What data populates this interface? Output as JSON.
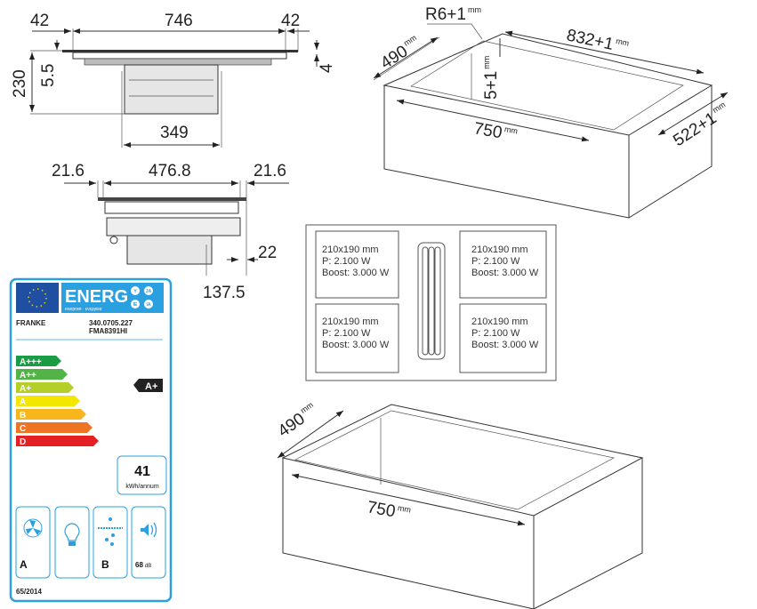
{
  "side_view_long": {
    "left_margin": "42",
    "width": "746",
    "right_margin": "42",
    "height": "230",
    "glass_thickness": "5.5",
    "frame_offset": "4",
    "unit_depth": "349"
  },
  "side_view_short": {
    "left_margin": "21.6",
    "width": "476.8",
    "right_margin": "21.6",
    "rear_clearance": "22",
    "unit_offset": "137.5"
  },
  "cutout_top": {
    "radius": "R6+1",
    "radius_unit": "mm",
    "depth": "490",
    "depth_unit": "mm",
    "length": "832+1",
    "length_unit": "mm",
    "rebate": "5+1",
    "rebate_unit": "mm",
    "inner_length": "750",
    "inner_length_unit": "mm",
    "outer_depth": "522+1",
    "outer_depth_unit": "mm"
  },
  "cutout_bottom": {
    "depth": "490",
    "depth_unit": "mm",
    "length": "750",
    "length_unit": "mm"
  },
  "cooking_zones": [
    {
      "size": "210x190 mm",
      "power": "P: 2.100 W",
      "boost": "Boost: 3.000 W"
    },
    {
      "size": "210x190 mm",
      "power": "P: 2.100 W",
      "boost": "Boost: 3.000 W"
    },
    {
      "size": "210x190 mm",
      "power": "P: 2.100 W",
      "boost": "Boost: 3.000 W"
    },
    {
      "size": "210x190 mm",
      "power": "P: 2.100 W",
      "boost": "Boost: 3.000 W"
    }
  ],
  "energy_label": {
    "title": "ENERG",
    "subtitle": "енергия · ενεργεια",
    "lang_badges": [
      "Y",
      "JA",
      "IE",
      "IA"
    ],
    "brand": "FRANKE",
    "code": "340.0705.227",
    "model": "FMA8391HI",
    "classes": [
      {
        "label": "A+++",
        "color": "#1a9c45"
      },
      {
        "label": "A++",
        "color": "#52b447"
      },
      {
        "label": "A+",
        "color": "#b5cf2a"
      },
      {
        "label": "A",
        "color": "#f3e600"
      },
      {
        "label": "B",
        "color": "#f7b71c"
      },
      {
        "label": "C",
        "color": "#ee7423"
      },
      {
        "label": "D",
        "color": "#e42025"
      }
    ],
    "rating": "A+",
    "consumption": "41",
    "consumption_unit": "kWh/annum",
    "fan_class": "A",
    "filter_class": "B",
    "noise": "68",
    "noise_unit": "dB",
    "regulation": "65/2014",
    "border_color": "#2aa0e0"
  }
}
